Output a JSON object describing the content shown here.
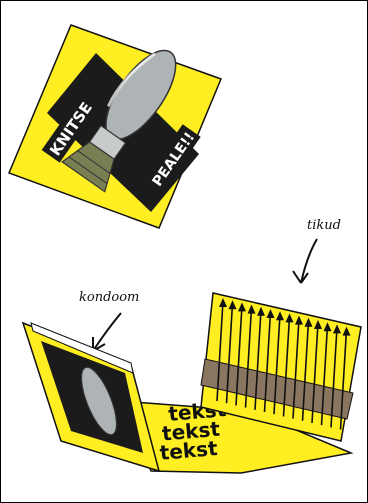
{
  "labels": {
    "stamp_top": "KNITSE",
    "stamp_bottom": "PEALE!!",
    "matches_label": "tikud",
    "condom_label": "kondoom",
    "flap_text_1": "tekst",
    "flap_text_2": "tekst",
    "flap_text_3": "tekst"
  },
  "colors": {
    "yellow": "#ffee22",
    "black": "#1b1b1b",
    "grey_bomb": "#aeb4b6",
    "olive": "#7a7e53",
    "strip": "#8a7660"
  },
  "icons": [
    "bomb-icon",
    "arrow-icon",
    "match-icon"
  ]
}
